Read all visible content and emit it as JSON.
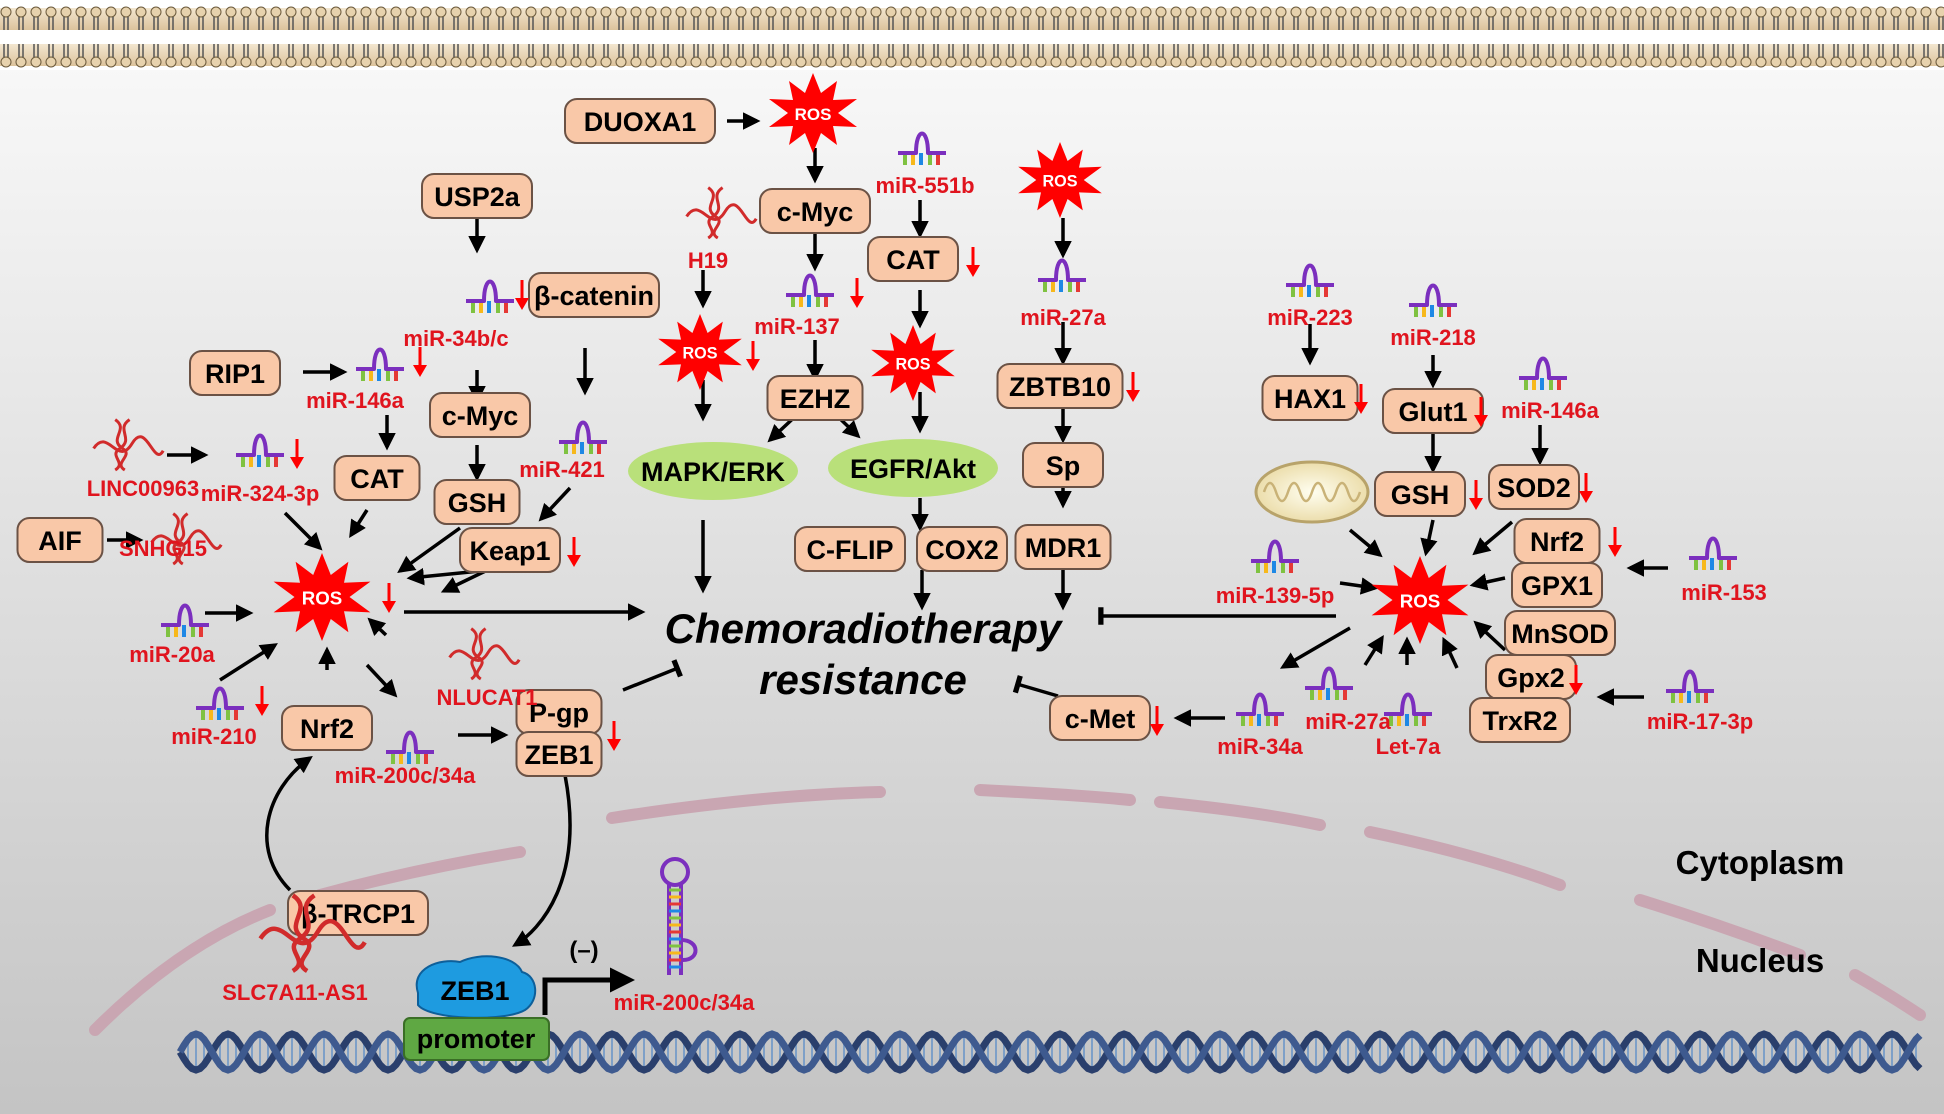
{
  "labels": {
    "center_line1": "Chemoradiotherapy",
    "center_line2": "resistance",
    "cytoplasm": "Cytoplasm",
    "nucleus": "Nucleus",
    "ros": "ROS",
    "minus": "(–)"
  },
  "boxes": {
    "duoxa1": "DUOXA1",
    "usp2a": "USP2a",
    "b_catenin": "β-catenin",
    "rip1": "RIP1",
    "c_myc_left": "c-Myc",
    "cat_left": "CAT",
    "gsh_left": "GSH",
    "keap1": "Keap1",
    "aif": "AIF",
    "nrf2_left": "Nrf2",
    "pgp": "P-gp",
    "zeb1": "ZEB1",
    "c_myc_top": "c-Myc",
    "ezhz": "EZHZ",
    "cat_top": "CAT",
    "zbtb10": "ZBTB10",
    "sp": "Sp",
    "mdr1": "MDR1",
    "c_flip": "C-FLIP",
    "cox2": "COX2",
    "c_met": "c-Met",
    "hax1": "HAX1",
    "glut1": "Glut1",
    "gsh_right": "GSH",
    "sod2": "SOD2",
    "nrf2_right": "Nrf2",
    "gpx1": "GPX1",
    "mnsod": "MnSOD",
    "gpx2": "Gpx2",
    "trxr2": "TrxR2",
    "b_trcp1": "β-TRCP1"
  },
  "pathways": {
    "mapk": "MAPK/ERK",
    "egfr": "EGFR/Akt"
  },
  "mirnas": {
    "mir_34bc": "miR-34b/c",
    "mir_146a_left": "miR-146a",
    "mir_324": "miR-324-3p",
    "mir_421": "miR-421",
    "mir_20a": "miR-20a",
    "mir_210": "miR-210",
    "mir_200c34a": "miR-200c/34a",
    "mir_551b": "miR-551b",
    "mir_137": "miR-137",
    "mir_27a_top": "miR-27a",
    "mir_223": "miR-223",
    "mir_218": "miR-218",
    "mir_146a_right": "miR-146a",
    "mir_139": "miR-139-5p",
    "mir_153": "miR-153",
    "mir_17": "miR-17-3p",
    "mir_34a": "miR-34a",
    "mir_27a_bottom": "miR-27a",
    "let7a": "Let-7a",
    "mir_200c34a_nucleus": "miR-200c/34a"
  },
  "lncrnas": {
    "linc00963": "LINC00963",
    "snhg15": "SNHG15",
    "h19": "H19",
    "nlucat1": "NLUCAT1",
    "slc7a11": "SLC7A11-AS1"
  },
  "dna": {
    "zeb1_protein": "ZEB1",
    "promoter": "promoter"
  },
  "colors": {
    "box_fill": "#f9c8a8",
    "box_stroke": "#6b5245",
    "ros_red": "#ff0000",
    "mirna_label": "#e0141e",
    "pathway_green": "#b9e07a",
    "membrane_dash": "#c9a6b2",
    "zeb1_blue": "#1e9be0",
    "promoter_green": "#5fa843",
    "dna_blue": "#2a3f6c"
  }
}
